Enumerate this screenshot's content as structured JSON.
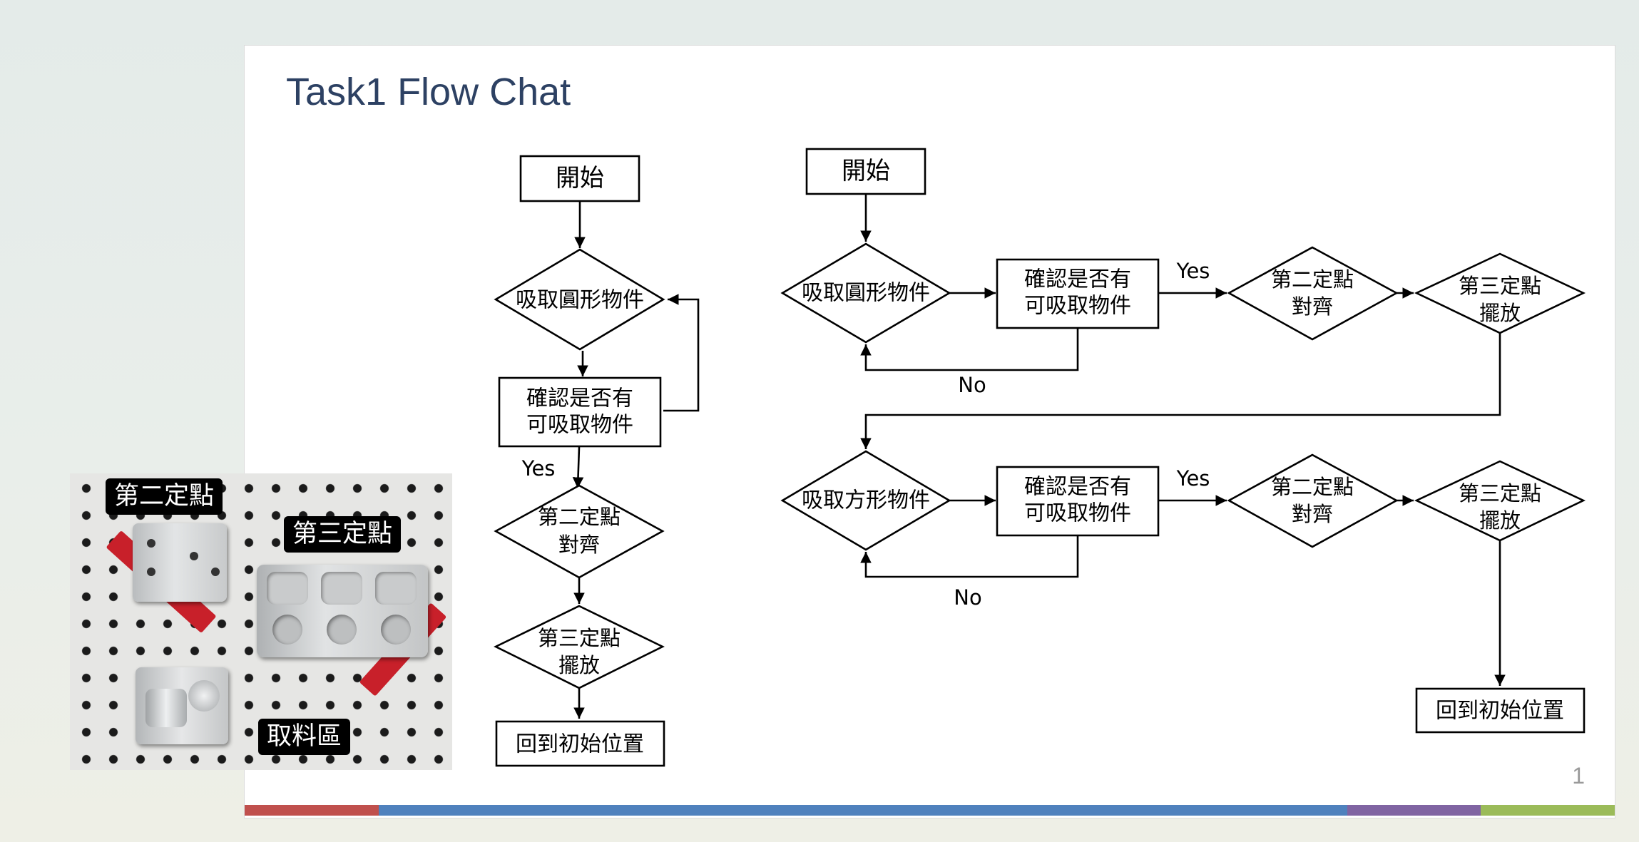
{
  "slide": {
    "title": "Task1 Flow Chat",
    "page_number": "1",
    "footer_colors": [
      "#c0504d",
      "#4f81bd",
      "#8064a2",
      "#9bbb59"
    ]
  },
  "photo": {
    "labels": [
      "第二定點",
      "第三定點",
      "取料區"
    ]
  },
  "flowchart_left": {
    "start": "開始",
    "pick": "吸取圓形物件",
    "check": [
      "確認是否有",
      "可吸取物件"
    ],
    "yes": "Yes",
    "align": [
      "第二定點",
      "對齊"
    ],
    "place": [
      "第三定點",
      "擺放"
    ],
    "end": "回到初始位置"
  },
  "flowchart_right": {
    "start": "開始",
    "row1": {
      "pick": "吸取圓形物件",
      "check": [
        "確認是否有",
        "可吸取物件"
      ],
      "yes": "Yes",
      "no": "No",
      "align": [
        "第二定點",
        "對齊"
      ],
      "place": [
        "第三定點",
        "擺放"
      ]
    },
    "row2": {
      "pick": "吸取方形物件",
      "check": [
        "確認是否有",
        "可吸取物件"
      ],
      "yes": "Yes",
      "no": "No",
      "align": [
        "第二定點",
        "對齊"
      ],
      "place": [
        "第三定點",
        "擺放"
      ]
    },
    "end": "回到初始位置"
  }
}
